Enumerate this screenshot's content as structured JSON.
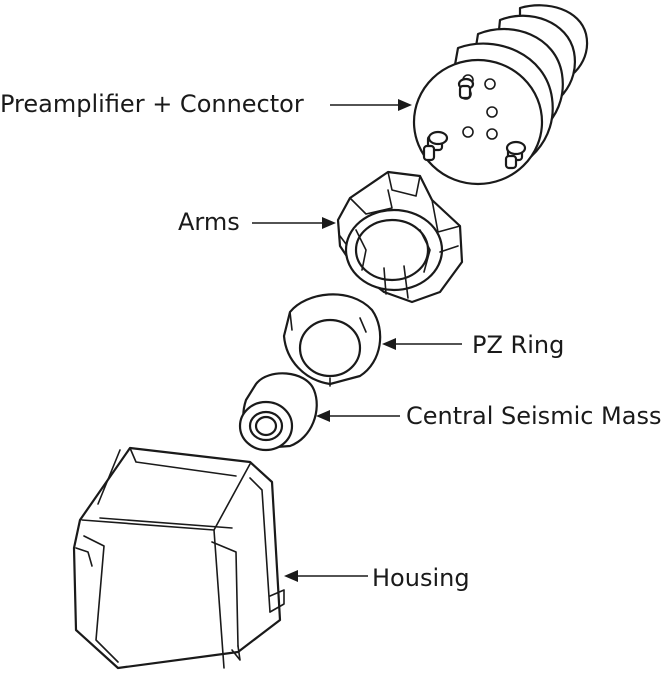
{
  "labels": {
    "preamp": "Preamplifier + Connector",
    "arms": "Arms",
    "pz_ring": "PZ Ring",
    "mass": "Central Seismic Mass",
    "housing": "Housing"
  },
  "colors": {
    "ink": "#1a1a1a",
    "background": "#ffffff"
  }
}
